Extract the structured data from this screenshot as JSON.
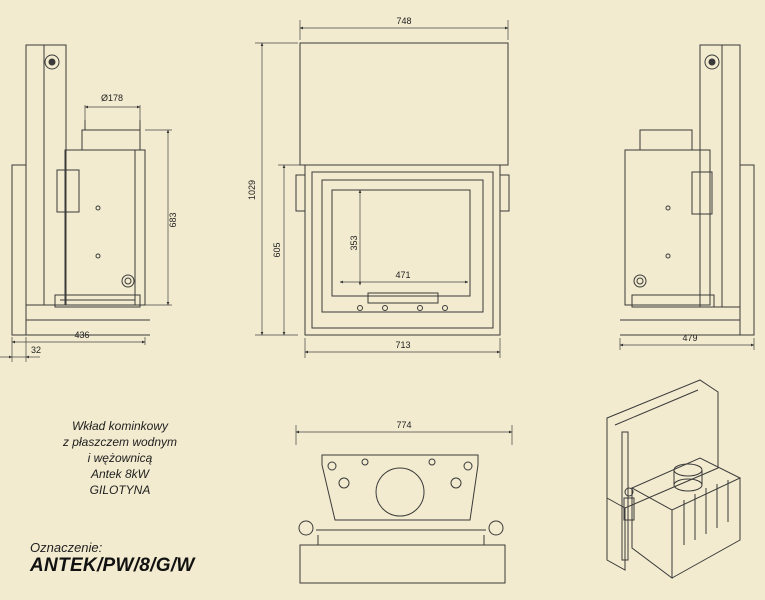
{
  "dimensions": {
    "side_left": {
      "pipe": "Ø178",
      "height": "683",
      "depth": "436",
      "offset": "32"
    },
    "front": {
      "top_width": "748",
      "total_height": "1029",
      "body_height": "605",
      "glass_height": "353",
      "glass_width": "471",
      "body_width": "713"
    },
    "side_right": {
      "depth": "479"
    },
    "top_view": {
      "width": "774"
    }
  },
  "description": {
    "line1": "Wkład kominkowy",
    "line2": "z płaszczem wodnym",
    "line3": "i wężownicą",
    "line4": "Antek 8kW",
    "line5": "GILOTYNA"
  },
  "designation": {
    "label": "Oznaczenie:",
    "code": "ANTEK/PW/8/G/W"
  },
  "colors": {
    "background": "#f2ebcf",
    "line": "#3a3a3a"
  }
}
